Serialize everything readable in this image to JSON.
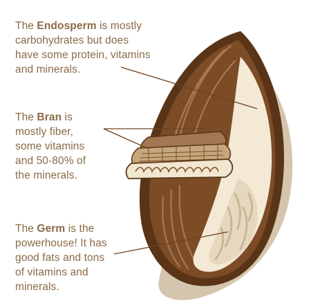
{
  "labels": {
    "endosperm": {
      "prefix": "The ",
      "term": "Endosperm",
      "lines": [
        "is mostly",
        "carbohydrates but does",
        "have some protein, vitamins",
        "and minerals."
      ]
    },
    "bran": {
      "prefix": "The ",
      "term": "Bran",
      "lines": [
        "is",
        "mostly fiber,",
        "some vitamins",
        "and 50-80% of",
        "the minerals."
      ]
    },
    "germ": {
      "prefix": "The ",
      "term": "Germ",
      "lines": [
        "is the",
        "powerhouse! It has",
        "good fats and tons",
        "of vitamins and",
        "minerals."
      ]
    }
  },
  "colors": {
    "text": "#8a6a48",
    "husk_dark": "#5a3417",
    "husk_mid": "#7c4c26",
    "stripe_light": "#a77852",
    "endosperm": "#f3e9d4",
    "shadow": "#d2c3ac",
    "germ_texture": "#c8b596",
    "bran_layer": "#c6a77d",
    "leader_line": "#6e4220"
  }
}
